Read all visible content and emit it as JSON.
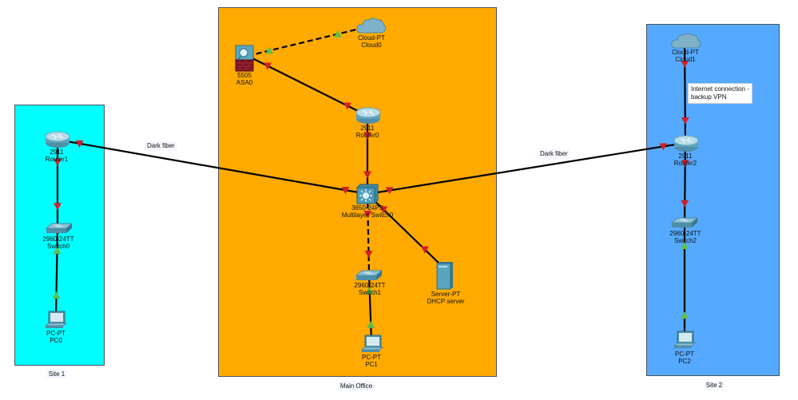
{
  "areas": {
    "site1": {
      "caption": "Site 1",
      "color": "#00FFFF"
    },
    "main_office": {
      "caption": "Main Office",
      "color": "#FFAA00"
    },
    "site2": {
      "caption": "Site 2",
      "color": "#55AAFF"
    }
  },
  "devices": {
    "asa0": {
      "model": "5505",
      "name": "ASA0",
      "icon": "firewall-icon"
    },
    "cloud0": {
      "model": "Cloud-PT",
      "name": "Cloud0",
      "icon": "cloud-icon"
    },
    "router0": {
      "model": "2911",
      "name": "Router0",
      "icon": "router-icon"
    },
    "mls0": {
      "model": "3650-24PS",
      "name": "Multilayer Switch0",
      "icon": "multilayer-switch-icon"
    },
    "switch1": {
      "model": "2960-24TT",
      "name": "Switch1",
      "icon": "switch-icon"
    },
    "server": {
      "model": "Server-PT",
      "name": "DHCP server",
      "icon": "server-icon"
    },
    "pc1": {
      "model": "PC-PT",
      "name": "PC1",
      "icon": "pc-icon"
    },
    "router1": {
      "model": "2911",
      "name": "Router1",
      "icon": "router-icon"
    },
    "switch0": {
      "model": "2960-24TT",
      "name": "Switch0",
      "icon": "switch-icon"
    },
    "pc0": {
      "model": "PC-PT",
      "name": "PC0",
      "icon": "pc-icon"
    },
    "cloud1": {
      "model": "Cloud-PT",
      "name": "Cloud1",
      "icon": "cloud-icon"
    },
    "router2": {
      "model": "2911",
      "name": "Router2",
      "icon": "router-icon"
    },
    "switch2": {
      "model": "2960-24TT",
      "name": "Switch2",
      "icon": "switch-icon"
    },
    "pc2": {
      "model": "PC-PT",
      "name": "PC2",
      "icon": "pc-icon"
    }
  },
  "links": [
    {
      "from": "asa0",
      "to": "cloud0",
      "style": "dashed",
      "status": [
        "up",
        "up"
      ]
    },
    {
      "from": "asa0",
      "to": "router0",
      "style": "solid",
      "status": [
        "down",
        "down"
      ]
    },
    {
      "from": "router0",
      "to": "mls0",
      "style": "solid",
      "status": [
        "down",
        "down"
      ]
    },
    {
      "from": "router1",
      "to": "mls0",
      "style": "solid",
      "status": [
        "down",
        "down"
      ],
      "label": "Dark fiber"
    },
    {
      "from": "mls0",
      "to": "router2",
      "style": "solid",
      "status": [
        "down",
        "down"
      ],
      "label": "Dark fiber"
    },
    {
      "from": "mls0",
      "to": "switch1",
      "style": "dashed",
      "status": [
        "down",
        "down"
      ]
    },
    {
      "from": "mls0",
      "to": "server",
      "style": "solid",
      "status": [
        "down",
        "down"
      ]
    },
    {
      "from": "switch1",
      "to": "pc1",
      "style": "solid",
      "status": [
        "up",
        "up"
      ]
    },
    {
      "from": "router1",
      "to": "switch0",
      "style": "solid",
      "status": [
        "down",
        "down"
      ]
    },
    {
      "from": "switch0",
      "to": "pc0",
      "style": "solid",
      "status": [
        "up",
        "up"
      ]
    },
    {
      "from": "cloud1",
      "to": "router2",
      "style": "solid",
      "status": [
        "down",
        "down"
      ]
    },
    {
      "from": "router2",
      "to": "switch2",
      "style": "solid",
      "status": [
        "down",
        "down"
      ]
    },
    {
      "from": "switch2",
      "to": "pc2",
      "style": "solid",
      "status": [
        "up",
        "up"
      ]
    }
  ],
  "labels": {
    "dark_fiber_left": "Dark fiber",
    "dark_fiber_right": "Dark fiber",
    "vpn_note_line1": "Internet connection -",
    "vpn_note_line2": "backup VPN"
  },
  "colors": {
    "link_up": "#5cbf4a",
    "link_down": "#d0202a",
    "wire": "#000000"
  }
}
